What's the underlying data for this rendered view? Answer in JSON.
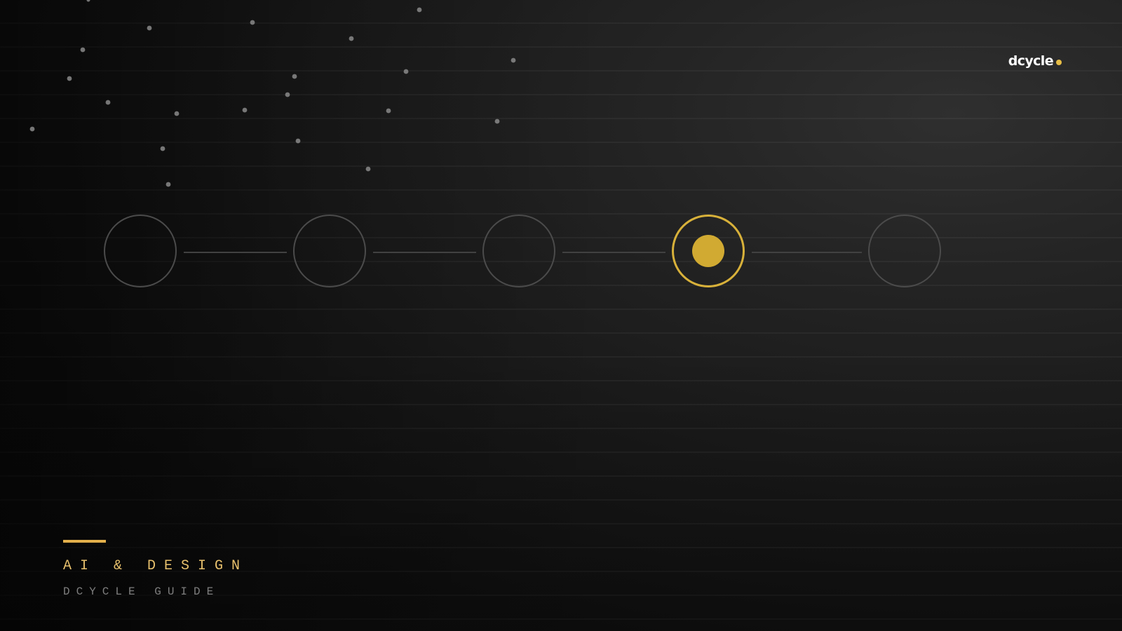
{
  "brand": {
    "name": "dcycle",
    "accent_color": "#e8be46"
  },
  "colors": {
    "active_step": "#d8b13a",
    "inactive_step": "#4b4b4b",
    "connector": "#414141",
    "title": "#e8c16d",
    "subtitle": "#7e7e7e"
  },
  "stepper": {
    "total_steps": 5,
    "active_index": 3
  },
  "footer": {
    "title": "AI & DESIGN",
    "subtitle": "DCYCLE GUIDE"
  }
}
